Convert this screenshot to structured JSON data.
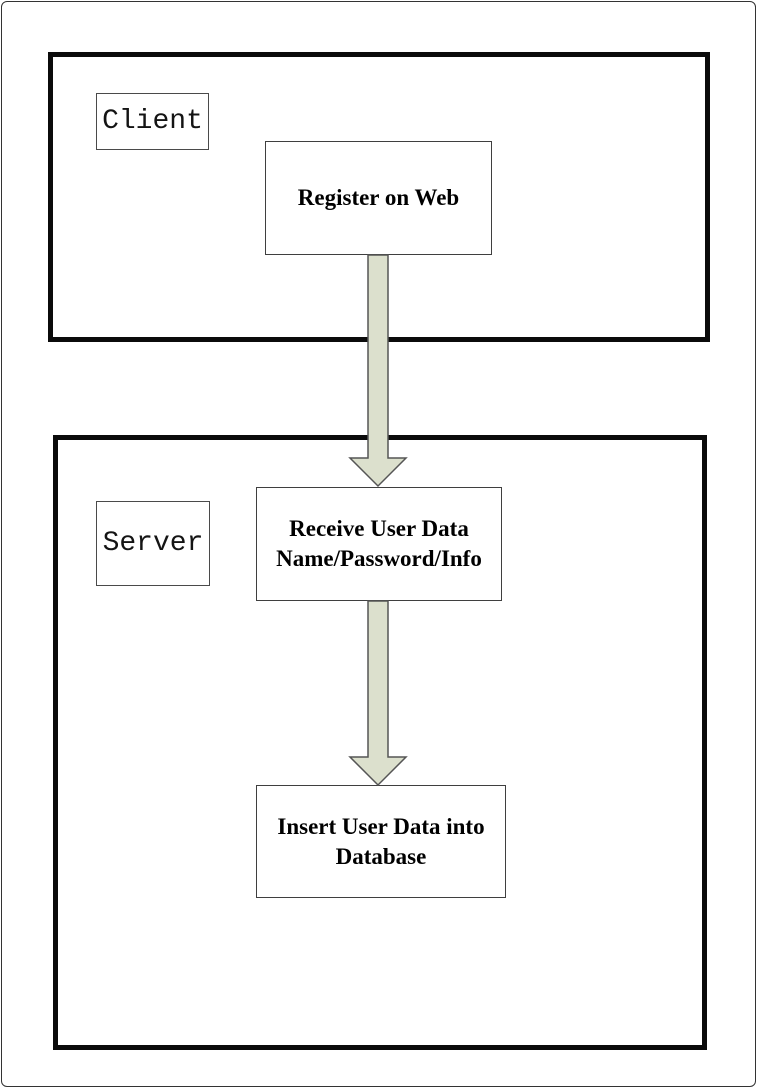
{
  "colors": {
    "arrow_fill": "#dce0cd",
    "arrow_stroke": "#555555",
    "container_border": "#0b0b0b",
    "process_box_border": "#3f3f3f",
    "text": "#000000"
  },
  "diagram": {
    "client": {
      "label": "Client",
      "register_step": {
        "label": "Register on Web"
      }
    },
    "server": {
      "label": "Server",
      "receive_step": {
        "line1": "Receive User Data",
        "line2": "Name/Password/Info"
      },
      "insert_step": {
        "line1": "Insert User Data into",
        "line2": "Database"
      }
    },
    "arrows": [
      {
        "name": "register-to-receive",
        "from": "Register on Web",
        "to": "Receive User Data"
      },
      {
        "name": "receive-to-insert",
        "from": "Receive User Data",
        "to": "Insert User Data into Database"
      }
    ]
  }
}
